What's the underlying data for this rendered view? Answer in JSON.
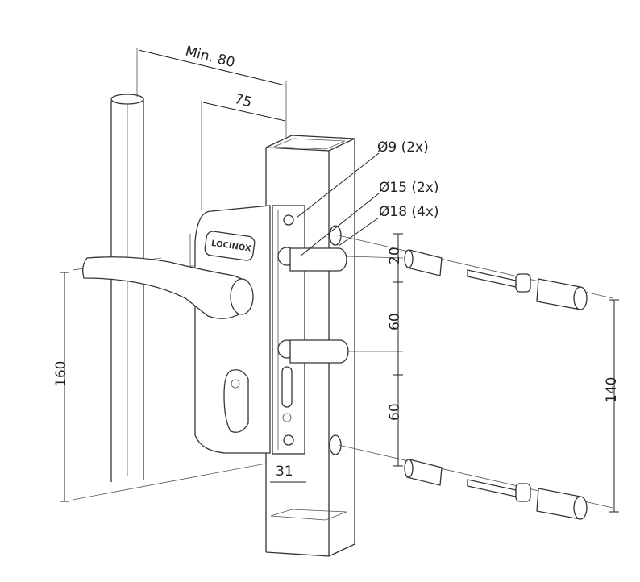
{
  "brand_logo": "LOCINOX",
  "dimensions": {
    "min_depth": "Min. 80",
    "depth": "75",
    "hole_small": "Ø9 (2x)",
    "hole_medium": "Ø15 (2x)",
    "hole_large": "Ø18 (4x)",
    "spacing_top": "20",
    "spacing_middle": "60",
    "spacing_bottom": "60",
    "fixing_span": "140",
    "handle_height": "160",
    "post_width": "31"
  }
}
